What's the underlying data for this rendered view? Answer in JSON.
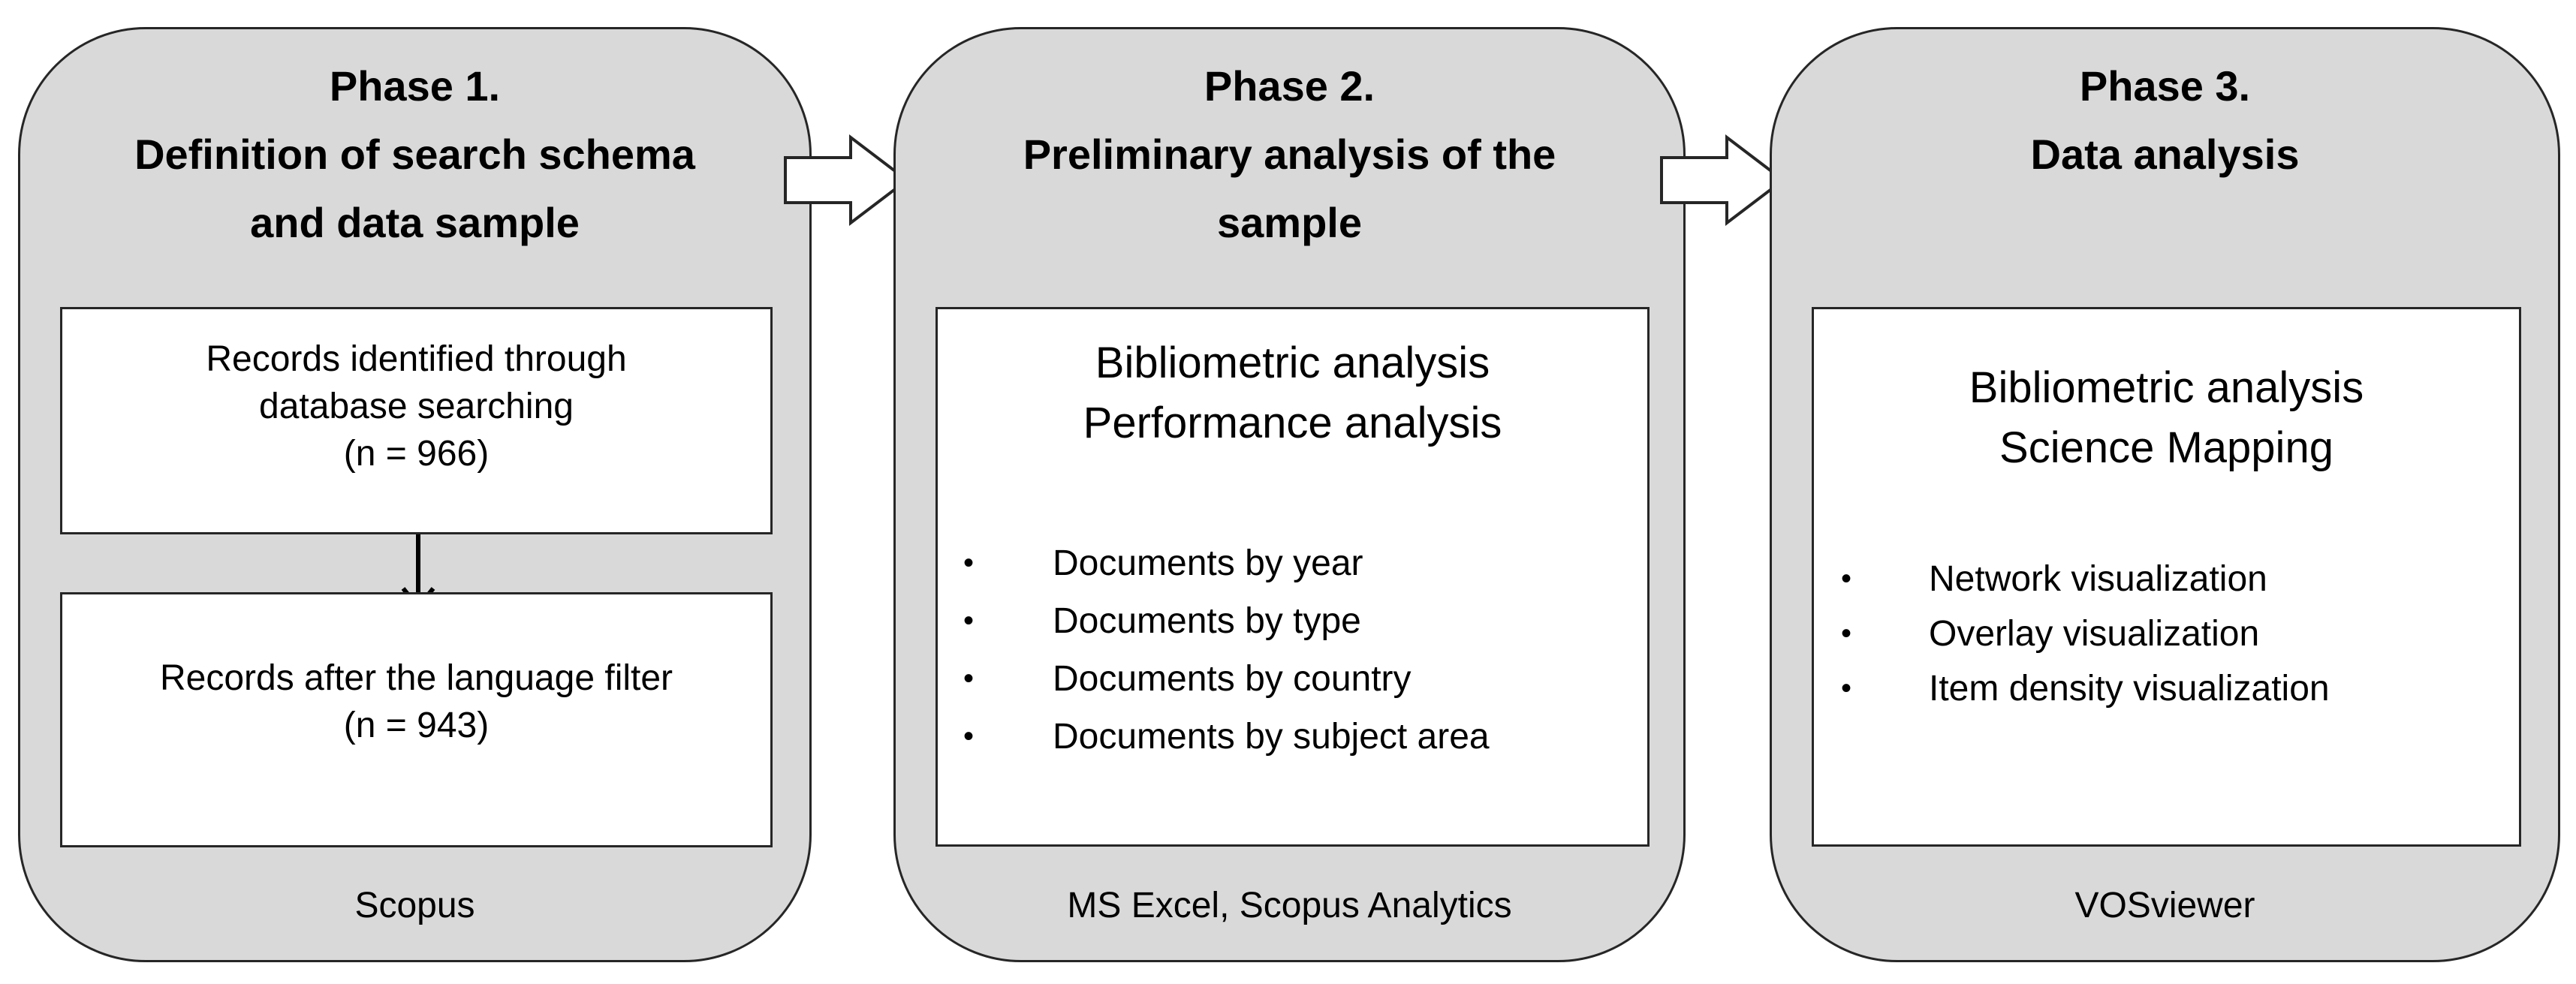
{
  "phases": [
    {
      "title_lines": [
        "Phase 1.",
        "Definition of search schema",
        "and data sample"
      ],
      "records_box": {
        "lines": [
          "Records identified through",
          "database searching",
          "(n = 966)"
        ]
      },
      "filter_box": {
        "lines": [
          "Records after the language filter",
          "(n = 943)"
        ]
      },
      "tool": "Scopus"
    },
    {
      "title_lines": [
        "Phase 2.",
        "Preliminary analysis of the",
        "sample"
      ],
      "heading_lines": [
        "Bibliometric analysis",
        "Performance analysis"
      ],
      "bullets": [
        "Documents by year",
        "Documents by type",
        "Documents by country",
        "Documents by subject area"
      ],
      "tool": "MS Excel, Scopus Analytics"
    },
    {
      "title_lines": [
        "Phase 3.",
        "Data analysis"
      ],
      "heading_lines": [
        "Bibliometric analysis",
        "Science Mapping"
      ],
      "bullets": [
        "Network visualization",
        "Overlay visualization",
        "Item density visualization"
      ],
      "tool": "VOSviewer"
    }
  ],
  "bullet_char": "•"
}
